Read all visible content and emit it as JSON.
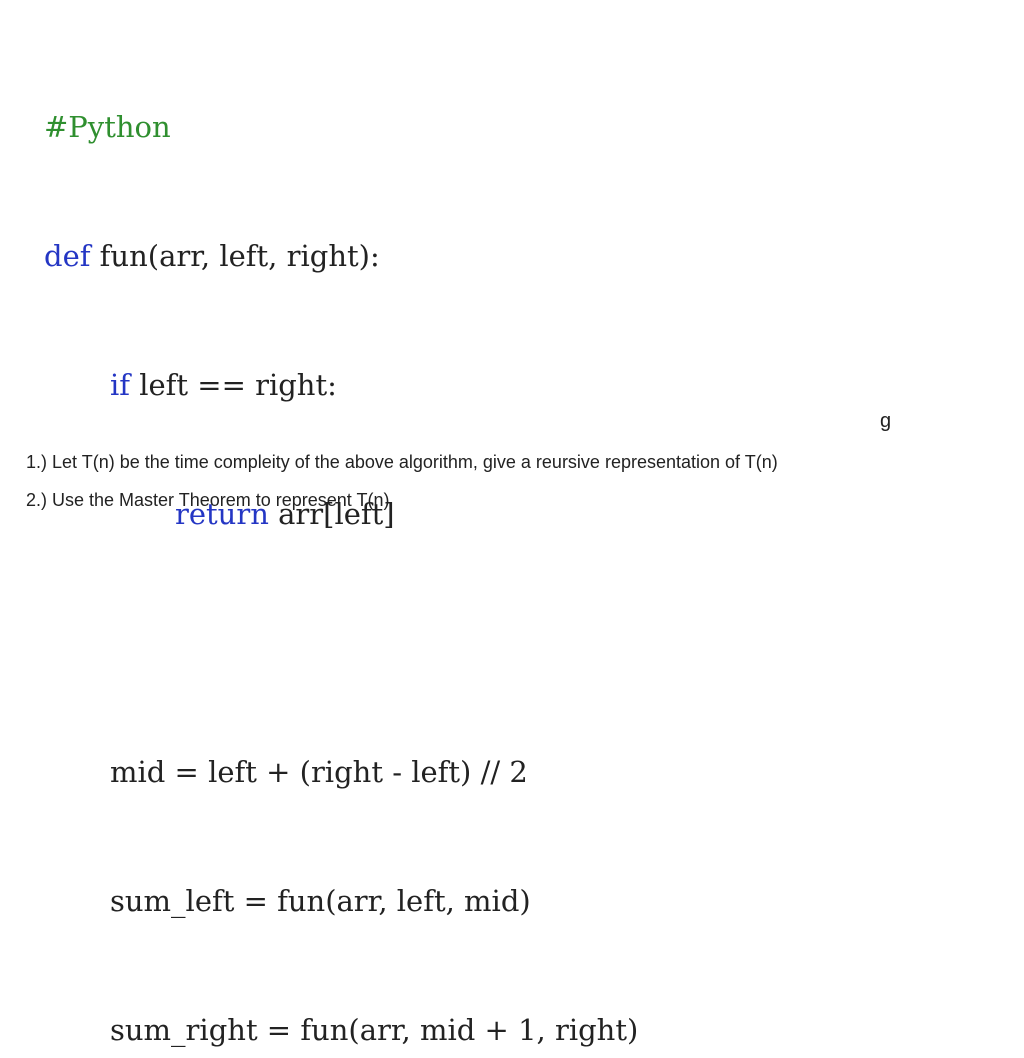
{
  "code": {
    "comment": "#Python",
    "line1": {
      "kw": "def",
      "rest": " fun(arr, left, right):"
    },
    "line2": {
      "kw": "if",
      "rest": " left == right:"
    },
    "line3": {
      "kw": "return",
      "rest": " arr[left]"
    },
    "line4": "mid = left + (right - left) // 2",
    "line5": "sum_left = fun(arr, left, mid)",
    "line6": "sum_right = fun(arr, mid + 1, right)"
  },
  "stray_char": "g",
  "questions": [
    "1.) Let T(n) be the time compleity of the above algorithm, give a reursive representation of T(n)",
    "2.) Use the Master Theorem to represent T(n)"
  ]
}
